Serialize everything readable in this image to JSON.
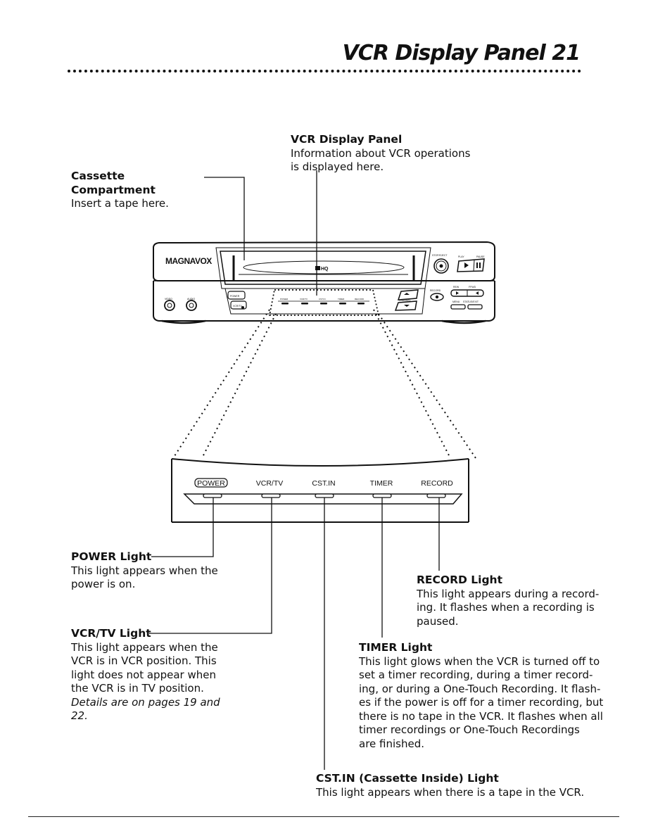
{
  "page": {
    "title": "VCR Display Panel 21"
  },
  "callouts": {
    "display_panel": {
      "heading": "VCR Display Panel",
      "lines": [
        "Information about VCR operations",
        "is displayed here."
      ]
    },
    "cassette": {
      "heading": "Cassette Compartment",
      "lines": [
        "Insert a tape here."
      ]
    },
    "power": {
      "heading": "POWER Light",
      "lines": [
        "This light appears when the",
        "power is on."
      ]
    },
    "vcrtv": {
      "heading": "VCR/TV Light",
      "lines": [
        "This light appears when the",
        "VCR is in VCR position. This",
        "light does not appear when",
        "the VCR is in TV position."
      ],
      "note_lines": [
        "Details are on pages 19 and",
        "22."
      ]
    },
    "record": {
      "heading": "RECORD Light",
      "lines": [
        "This light appears during a record-",
        "ing. It flashes when a recording is",
        "paused."
      ]
    },
    "timer": {
      "heading": "TIMER Light",
      "lines": [
        "This light glows when the VCR is turned off to",
        "set a timer recording, during a timer record-",
        "ing, or during a One-Touch Recording. It flash-",
        "es if the power is off for a timer recording, but",
        "there is no tape in the VCR. It flashes when all",
        "timer recordings or One-Touch Recordings",
        "are finished."
      ]
    },
    "cstin": {
      "heading": "CST.IN (Cassette Inside) Light",
      "lines": [
        "This light appears when there is a tape in the VCR."
      ]
    }
  },
  "vcr": {
    "brand": "MAGNAVOX",
    "tape_label": "HQ",
    "btn_stop_eject": "STOP/EJECT",
    "btn_play": "PLAY",
    "btn_pause": "PAUSE",
    "btn_rew": "REW",
    "btn_ffwd": "FFWD",
    "btn_record": "RECORD",
    "btn_menu": "MENU",
    "btn_status_exit": "STATUS/EXIT",
    "btn_channel": "CHANNEL",
    "btn_power": "POWER",
    "btn_vcrtv": "VCR/TV",
    "jack_video": "VIDEO",
    "jack_audio": "AUDIO",
    "mini_lights": [
      "POWER",
      "VCR/TV",
      "CST.IN",
      "TIMER",
      "RECORD"
    ]
  },
  "panel": {
    "labels": [
      "POWER",
      "VCR/TV",
      "CST.IN",
      "TIMER",
      "RECORD"
    ]
  }
}
